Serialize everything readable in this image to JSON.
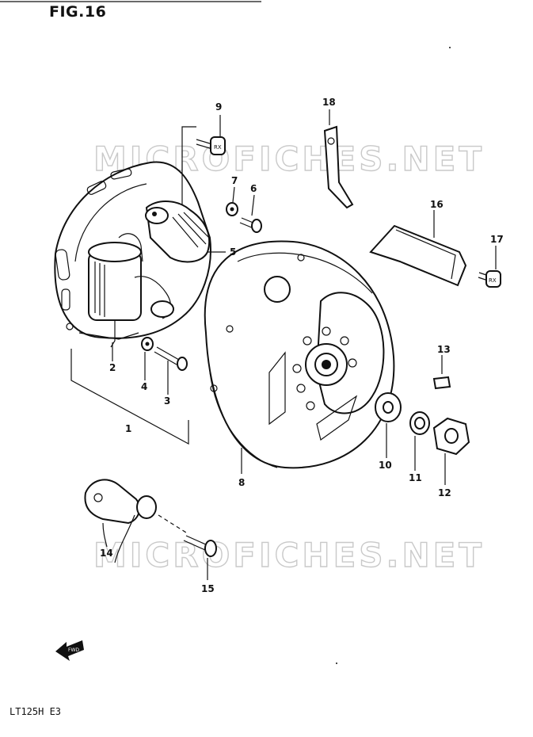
{
  "header": {
    "figure_label": "FIG.16"
  },
  "footer": {
    "model_code": "LT125H E3"
  },
  "watermark": {
    "text": "MICROFICHES.NET"
  },
  "fwd_arrow": {
    "label": "FWD"
  },
  "callouts": {
    "p1": "1",
    "p2": "2",
    "p3": "3",
    "p4": "4",
    "p5": "5",
    "p6": "6",
    "p7": "7",
    "p8": "8",
    "p9": "9",
    "p10": "10",
    "p11": "11",
    "p12": "12",
    "p13": "13",
    "p14": "14",
    "p15": "15",
    "p16": "16",
    "p17": "17",
    "p18": "18"
  }
}
